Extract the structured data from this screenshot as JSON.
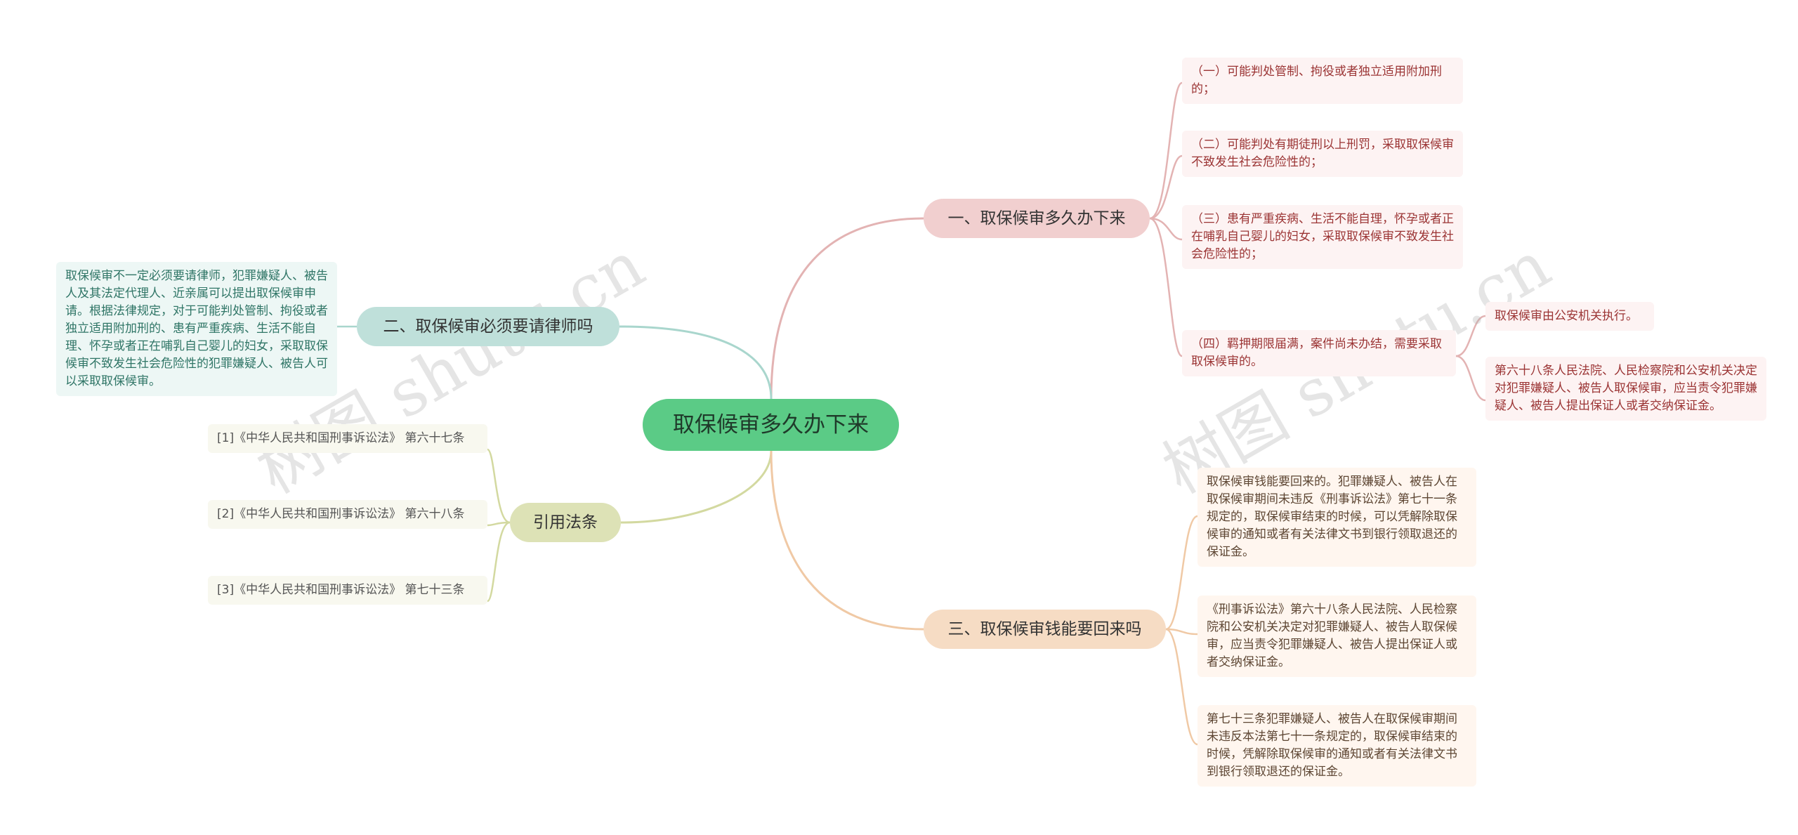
{
  "root": {
    "label": "取保候审多久办下来"
  },
  "branches": {
    "b1": "一、取保候审多久办下来",
    "b2": "二、取保候审必须要请律师吗",
    "b3": "引用法条",
    "b4": "三、取保候审钱能要回来吗"
  },
  "leaves": {
    "l1": "（一）可能判处管制、拘役或者独立适用附加刑的；",
    "l2": "（二）可能判处有期徒刑以上刑罚，采取取保候审不致发生社会危险性的；",
    "l3": "（三）患有严重疾病、生活不能自理，怀孕或者正在哺乳自己婴儿的妇女，采取取保候审不致发生社会危险性的；",
    "l4": "（四）羁押期限届满，案件尚未办结，需要采取取保候审的。",
    "l4a": "取保候审由公安机关执行。",
    "l4b": "第六十八条人民法院、人民检察院和公安机关决定对犯罪嫌疑人、被告人取保候审，应当责令犯罪嫌疑人、被告人提出保证人或者交纳保证金。",
    "t1": "取保候审不一定必须要请律师，犯罪嫌疑人、被告人及其法定代理人、近亲属可以提出取保候审申请。根据法律规定，对于可能判处管制、拘役或者独立适用附加刑的、患有严重疾病、生活不能自理、怀孕或者正在哺乳自己婴儿的妇女，采取取保候审不致发生社会危险性的犯罪嫌疑人、被告人可以采取取保候审。",
    "o1": "[1]《中华人民共和国刑事诉讼法》 第六十七条",
    "o2": "[2]《中华人民共和国刑事诉讼法》 第六十八条",
    "o3": "[3]《中华人民共和国刑事诉讼法》 第七十三条",
    "r1": "取保候审钱能要回来的。犯罪嫌疑人、被告人在取保候审期间未违反《刑事诉讼法》第七十一条规定的，取保候审结束的时候，可以凭解除取保候审的通知或者有关法律文书到银行领取退还的保证金。",
    "r2": "《刑事诉讼法》第六十八条人民法院、人民检察院和公安机关决定对犯罪嫌疑人、被告人取保候审，应当责令犯罪嫌疑人、被告人提出保证人或者交纳保证金。",
    "r3": "第七十三条犯罪嫌疑人、被告人在取保候审期间未违反本法第七十一条规定的，取保候审结束的时候，凭解除取保候审的通知或者有关法律文书到银行领取退还的保证金。"
  },
  "watermark": "树图 shutu.cn",
  "colors": {
    "root": "#5bcb86",
    "branch1": "#f1cfcf",
    "branch2": "#bfe0da",
    "branch3": "#dde2b6",
    "branch4": "#f6dcc4"
  }
}
